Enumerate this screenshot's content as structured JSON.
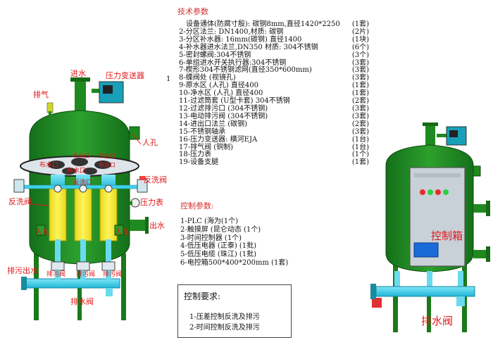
{
  "tech": {
    "title": "技术参数",
    "items": [
      {
        "text": "设备通体(防腐寸殷): 碳钢8mm,直径1420*2250",
        "qty": "(1套)"
      },
      {
        "text": "2-分区法兰: DN1400,材质: 碳钢",
        "qty": "(2片)"
      },
      {
        "text": "3-分区补水器: 16mm(碳钢) 直径1400",
        "qty": "(1块)"
      },
      {
        "text": "4-补水器进水法兰,DN350  材质: 304不锈钢",
        "qty": "(6个)"
      },
      {
        "text": "5-密封螺阀:304不锈钢",
        "qty": "(3个)"
      },
      {
        "text": "6-单组进水开关执行器:304不锈钢",
        "qty": "(3套)"
      },
      {
        "text": "7-楔形304不锈钢滤网(直径350*600mm)",
        "qty": "(3套)"
      },
      {
        "text": "8-蝶阀处 (视镜孔)",
        "qty": "(3套)"
      },
      {
        "text": "9-原水区 (人孔)  直径400",
        "qty": "(1套)"
      },
      {
        "text": "10-净水区 (人孔)  直径400",
        "qty": "(1套)"
      },
      {
        "text": "11-过滤筒套 (U型卡套) 304不锈钢",
        "qty": "(2套)"
      },
      {
        "text": "12-过滤排污口 (304不锈钢)",
        "qty": "(3套)"
      },
      {
        "text": "13-电动排污阀 (304不锈钢)",
        "qty": "(3套)"
      },
      {
        "text": "14-进出口法兰 (碳钢)",
        "qty": "(2套)"
      },
      {
        "text": "15-不锈钢轴承",
        "qty": "(3套)"
      },
      {
        "text": "16-压力变送器: 横河EJA",
        "qty": "(1台)"
      },
      {
        "text": "17-排气阀 (铜制)",
        "qty": "(1台)"
      },
      {
        "text": "18-压力表",
        "qty": "(1个)"
      },
      {
        "text": "19-设备支腿",
        "qty": "(1套)"
      }
    ]
  },
  "control": {
    "title": "控制参数:",
    "items": [
      "1-PLC (海为(1个)",
      "2-触摸屏 (昆仑动态   (1个)",
      "3-时间控制器          (1个)",
      "4-低压电器 (正泰)     (1批)",
      "5-低压电缆 (珠江)     (1批)",
      "6-电控箱500*400*200mm (1套)"
    ]
  },
  "requirements": {
    "title": "控制要求:",
    "items": [
      "1-压差控制反洗及排污",
      "2-时间控制反洗及排污"
    ]
  },
  "list_marker": "1",
  "left_diagram": {
    "labels": {
      "inlet": "进水",
      "pressure_transmitter": "压力变送器",
      "vent": "排气",
      "manhole_upper": "人孔",
      "backwash_valve_right": "反洗阀",
      "backwash_valve_left": "反洗阀",
      "pressure_gauge": "压力表",
      "outlet": "出水",
      "manhole_left": "人孔",
      "manhole_right": "人孔",
      "sewage_outlet": "排污出水",
      "drain_valve_bottom": "排水阀",
      "plate_1": "布水口",
      "plate_2": "布水口",
      "plate_3": "布水口",
      "plate_4": "布水口",
      "plate_5": "布水口",
      "plate_6": "反洗口",
      "drain_1": "排污阀",
      "drain_2": "排污阀",
      "drain_3": "排污阀"
    }
  },
  "right_diagram": {
    "labels": {
      "control_box": "控制箱",
      "drain_valve": "排水阀"
    }
  },
  "colors": {
    "tank_green": "#1f8a1f",
    "filter_yellow": "#f2ea2c",
    "pipe_cyan": "#40cfe8",
    "label_red": "#e01818",
    "cabinet_gray": "#c8d0d8",
    "screen_blue": "#1a6bd8"
  }
}
